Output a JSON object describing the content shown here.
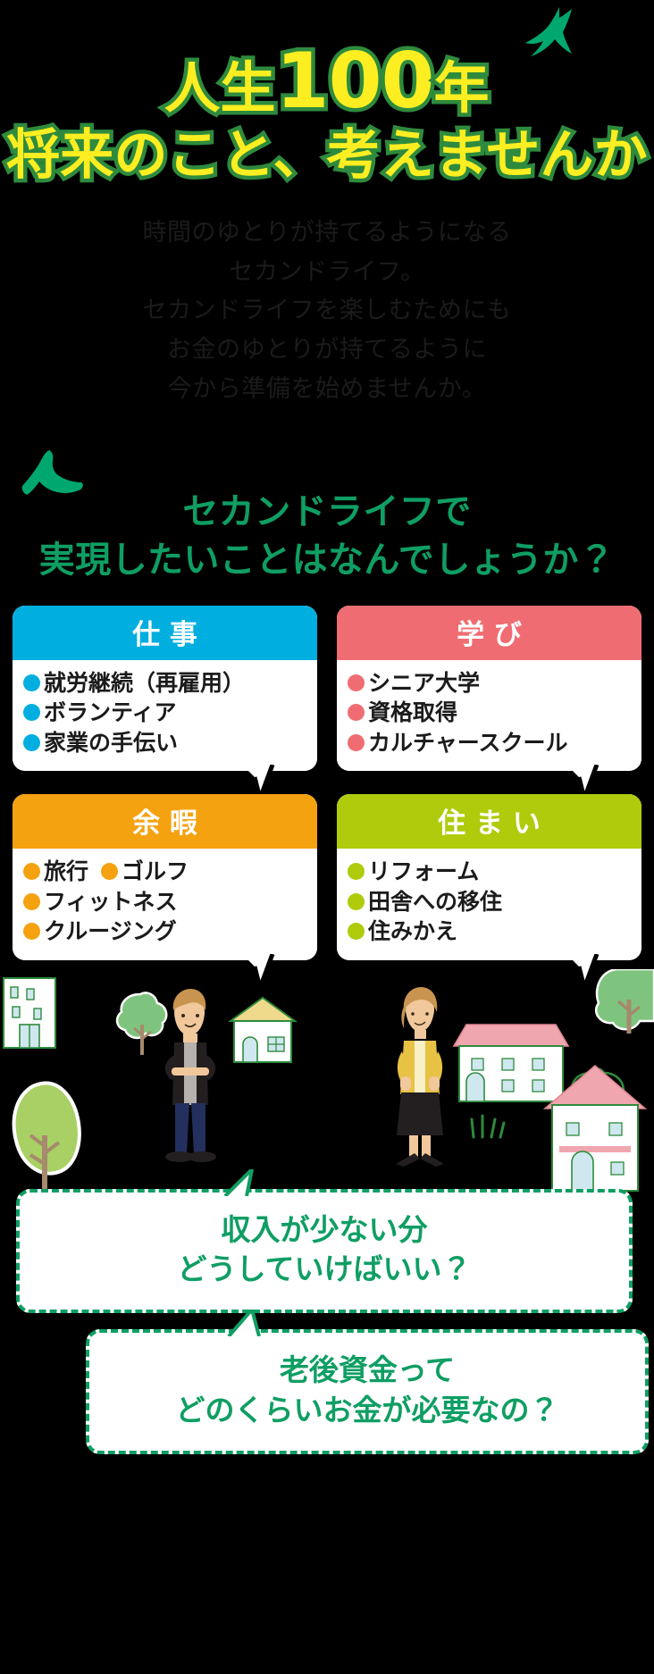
{
  "colors": {
    "bg": "#000000",
    "title_fill": "#FCEE21",
    "title_stroke": "#2E8B3D",
    "green": "#0F9E63",
    "work_blue": "#00AEE0",
    "learn_pink": "#EF6D72",
    "leisure_orange": "#F5A211",
    "home_lime": "#AFCB0B",
    "lead_text": "#1b1b1b"
  },
  "hero": {
    "line1_prefix": "人生",
    "line1_big": "100",
    "line1_suffix": "年",
    "line2": "将来のこと、考えませんか",
    "bird_icon": "bird-icon"
  },
  "lead": {
    "lines": [
      "時間のゆとりが持てるようになる",
      "セカンドライフ。",
      "セカンドライフを楽しむためにも",
      "お金のゆとりが持てるように",
      "今から準備を始めませんか。"
    ]
  },
  "green_question": {
    "bird_icon": "bird-icon",
    "lines": [
      "セカンドライフで",
      "実現したいことはなんでしょうか？"
    ]
  },
  "cards": [
    {
      "id": "work",
      "title": "仕事",
      "color": "#00AEE0",
      "items": [
        "就労継続（再雇用）",
        "ボランティア",
        "家業の手伝い"
      ],
      "has_tail": true
    },
    {
      "id": "learning",
      "title": "学び",
      "color": "#EF6D72",
      "items": [
        "シニア大学",
        "資格取得",
        "カルチャースクール"
      ],
      "has_tail": true
    },
    {
      "id": "leisure",
      "title": "余暇",
      "color": "#F5A211",
      "items": [
        "旅行",
        "ゴルフ",
        "フィットネス",
        "クルージング"
      ],
      "paired_first_row": true,
      "has_tail": true
    },
    {
      "id": "housing",
      "title": "住まい",
      "color": "#AFCB0B",
      "items": [
        "リフォーム",
        "田舎への移住",
        "住みかえ"
      ],
      "has_tail": true
    }
  ],
  "scene": {
    "description": "街並みのイラスト",
    "items": [
      "apartment-building-icon",
      "tree-icon",
      "man-figure-icon",
      "house-icon",
      "woman-figure-icon",
      "grass-icon"
    ]
  },
  "bubbles": [
    {
      "id": "income",
      "lines": [
        "収入が少ない分",
        "どうしていけばいい？"
      ]
    },
    {
      "id": "retirement-funds",
      "lines": [
        "老後資金って",
        "どのくらいお金が必要なの？"
      ]
    }
  ]
}
